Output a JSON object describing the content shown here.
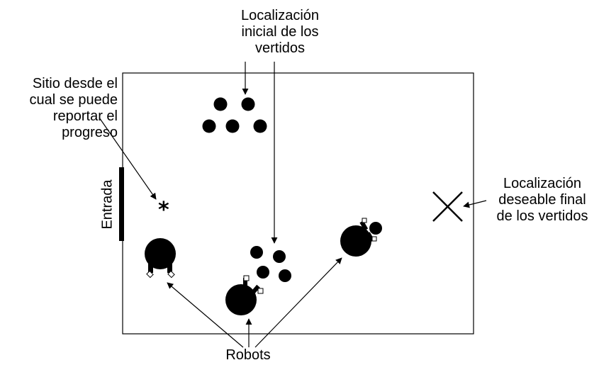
{
  "labels": {
    "initial_spill_location": [
      "Localización",
      "inicial de los",
      "vertidos"
    ],
    "report_site": [
      "Sitio desde el",
      "cual se puede",
      "reportar el",
      "progreso"
    ],
    "entrance": "Entrada",
    "final_location": [
      "Localización",
      "deseable final",
      "de los vertidos"
    ],
    "robots": "Robots"
  },
  "symbols": {
    "progress_marker": "*"
  },
  "icons": {
    "target_marker": "x-mark-icon",
    "spill": "filled-circle-icon",
    "robot": "robot-icon"
  },
  "colors": {
    "ink": "#000000",
    "background": "#ffffff"
  }
}
